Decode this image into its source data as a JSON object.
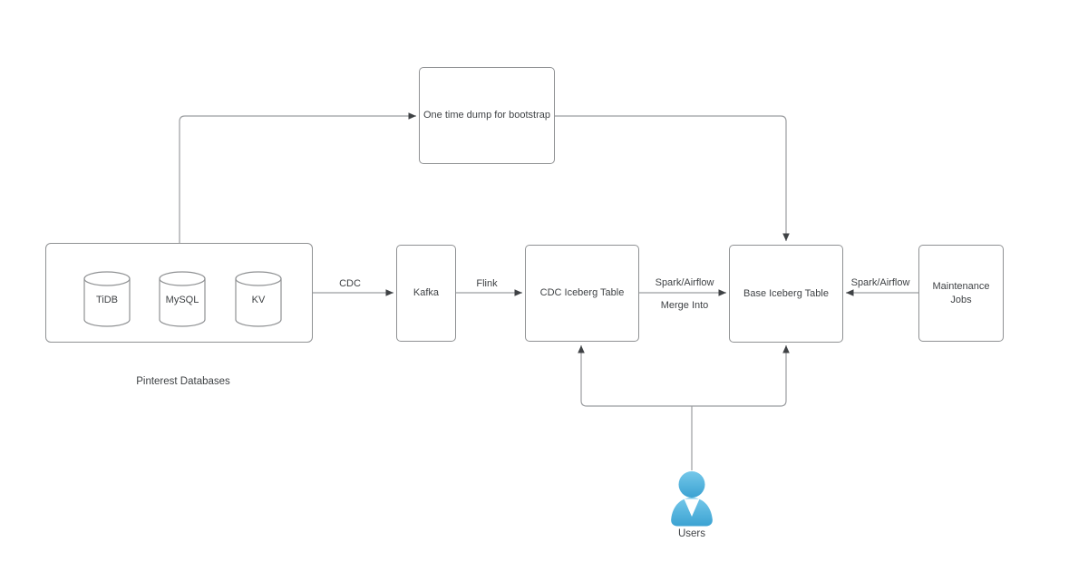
{
  "diagram": {
    "type": "architecture-flow",
    "background": "#ffffff"
  },
  "nodes": {
    "bootstrap": {
      "label": "One time dump for bootstrap"
    },
    "pinterest_databases": {
      "caption": "Pinterest Databases",
      "items": [
        "TiDB",
        "MySQL",
        "KV"
      ]
    },
    "kafka": {
      "label": "Kafka"
    },
    "cdc_iceberg_table": {
      "label": "CDC Iceberg Table"
    },
    "base_iceberg_table": {
      "label": "Base Iceberg Table"
    },
    "maintenance_jobs": {
      "label": "Maintenance Jobs"
    },
    "users": {
      "label": "Users"
    }
  },
  "edges": {
    "pinterest_to_kafka": {
      "label": "CDC"
    },
    "kafka_to_cdc_iceberg": {
      "label": "Flink"
    },
    "cdc_to_base_iceberg": {
      "label_line1": "Spark/Airflow",
      "label_line2": "Merge Into"
    },
    "maintenance_to_base_iceberg": {
      "label": "Spark/Airflow"
    }
  },
  "icons": {
    "database_cylinder": "database-cylinder-icon",
    "user_person": "user-person-icon"
  },
  "colors": {
    "node_border": "#8f9193",
    "connector_line": "#9b9da0",
    "arrowhead": "#3f4245",
    "text": "#3f4245",
    "user_icon_top": "#75c8ea",
    "user_icon_bottom": "#3ba2d2",
    "background": "#ffffff"
  }
}
